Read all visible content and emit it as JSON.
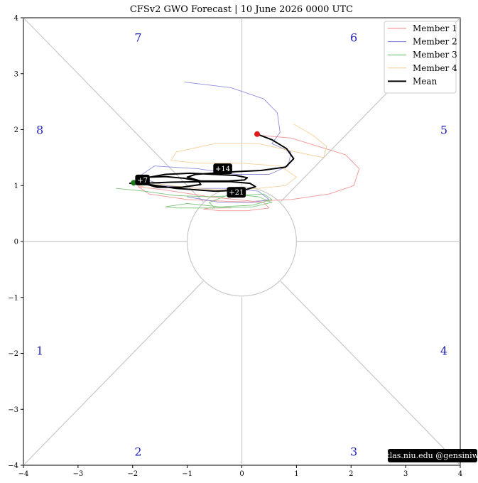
{
  "chart_data": {
    "type": "line",
    "title": "CFSv2 GWO Forecast  |  10  June  2026 0000 UTC",
    "xlim": [
      -4,
      4
    ],
    "ylim": [
      -4,
      4
    ],
    "xticks": [
      "−4",
      "−3",
      "−2",
      "−1",
      "0",
      "1",
      "2",
      "3",
      "4"
    ],
    "yticks": [
      "−4",
      "−3",
      "−2",
      "−1",
      "0",
      "1",
      "2",
      "3",
      "4"
    ],
    "grid": false,
    "phases": [
      {
        "label": "1",
        "x": -3.7,
        "y": -1.95
      },
      {
        "label": "2",
        "x": -1.9,
        "y": -3.75
      },
      {
        "label": "3",
        "x": 2.05,
        "y": -3.75
      },
      {
        "label": "4",
        "x": 3.7,
        "y": -1.95
      },
      {
        "label": "5",
        "x": 3.7,
        "y": 2.0
      },
      {
        "label": "6",
        "x": 2.05,
        "y": 3.65
      },
      {
        "label": "7",
        "x": -1.9,
        "y": 3.65
      },
      {
        "label": "8",
        "x": -3.7,
        "y": 2.0
      }
    ],
    "legend": {
      "placement": "top-right",
      "entries": [
        {
          "name": "Member 1",
          "color": "#f08080"
        },
        {
          "name": "Member 2",
          "color": "#7b7bd8"
        },
        {
          "name": "Member 3",
          "color": "#66bb66"
        },
        {
          "name": "Member 4",
          "color": "#f5c98a"
        },
        {
          "name": "Mean",
          "color": "#000000"
        }
      ]
    },
    "series": [
      {
        "name": "Member 1",
        "color": "#f08080",
        "x": [
          0.3,
          0.9,
          1.4,
          1.9,
          2.15,
          2.05,
          1.6,
          0.9,
          0.2,
          -0.6,
          -1.4,
          -1.9,
          -1.7,
          -1.0,
          -0.3,
          0.4,
          0.5,
          0.1,
          -0.4,
          -0.7,
          -0.6,
          -0.2
        ],
        "y": [
          1.9,
          1.85,
          1.7,
          1.55,
          1.3,
          1.0,
          0.85,
          0.75,
          0.72,
          0.8,
          0.92,
          0.98,
          0.85,
          0.75,
          0.72,
          0.7,
          0.6,
          0.55,
          0.55,
          0.58,
          0.6,
          0.6
        ]
      },
      {
        "name": "Member 2",
        "color": "#7b7bd8",
        "x": [
          -1.05,
          -0.2,
          0.4,
          0.65,
          0.7,
          0.55,
          0.9,
          0.85,
          0.5,
          -0.1,
          -0.8,
          -1.6,
          -1.9,
          -1.4,
          -0.8,
          -0.2,
          0.3,
          0.5,
          0.2,
          -0.4,
          -1.0
        ],
        "y": [
          2.85,
          2.75,
          2.55,
          2.3,
          1.95,
          1.75,
          1.6,
          1.35,
          1.2,
          1.2,
          1.3,
          1.35,
          1.15,
          1.0,
          0.95,
          0.95,
          0.9,
          0.75,
          0.7,
          0.7,
          0.8
        ]
      },
      {
        "name": "Member 3",
        "color": "#66bb66",
        "x": [
          -2.3,
          -1.8,
          -1.2,
          -0.6,
          -0.1,
          0.4,
          0.55,
          0.2,
          -0.4,
          -1.0,
          -1.4,
          -1.2,
          -0.5,
          0.2,
          0.55,
          0.3,
          -0.2,
          -0.6,
          -0.5
        ],
        "y": [
          0.95,
          0.9,
          0.82,
          0.8,
          0.82,
          0.85,
          0.75,
          0.65,
          0.62,
          0.68,
          0.62,
          0.6,
          0.6,
          0.62,
          0.7,
          0.8,
          0.85,
          0.7,
          0.6
        ]
      },
      {
        "name": "Member 4",
        "color": "#f5c98a",
        "x": [
          0.95,
          1.3,
          1.55,
          1.5,
          1.0,
          0.3,
          -0.5,
          -1.2,
          -1.3,
          -0.8,
          0.0,
          0.7,
          1.0,
          0.8,
          0.3,
          -0.3,
          -0.8,
          -1.3,
          -1.7,
          -1.9,
          -1.7
        ],
        "y": [
          2.1,
          1.9,
          1.7,
          1.5,
          1.6,
          1.75,
          1.75,
          1.6,
          1.45,
          1.4,
          1.4,
          1.35,
          1.15,
          1.0,
          0.95,
          0.92,
          0.95,
          1.0,
          1.05,
          1.0,
          0.95
        ]
      },
      {
        "name": "Mean",
        "color": "#000000",
        "x": [
          0.28,
          0.55,
          0.82,
          0.95,
          0.8,
          0.35,
          -0.1,
          -0.55,
          -0.85,
          -1.0,
          -0.75,
          -0.25,
          0.05,
          0.1,
          -0.1,
          -0.5,
          -0.95,
          -1.4,
          -1.75,
          -1.85,
          -1.55,
          -1.1,
          -0.75,
          -0.8,
          -1.05,
          -1.4,
          -1.7,
          -1.85,
          -1.7,
          -1.2,
          -0.5,
          0.05,
          0.25,
          0.15,
          -0.2,
          -0.7,
          -1.3,
          -1.85,
          -2.05,
          -1.98
        ],
        "y": [
          1.92,
          1.82,
          1.66,
          1.48,
          1.33,
          1.27,
          1.25,
          1.22,
          1.2,
          1.15,
          1.08,
          1.08,
          1.1,
          1.14,
          1.18,
          1.2,
          1.22,
          1.2,
          1.14,
          1.05,
          0.97,
          0.97,
          1.02,
          1.08,
          1.13,
          1.16,
          1.15,
          1.1,
          1.02,
          0.95,
          0.9,
          0.92,
          0.98,
          1.04,
          1.07,
          1.07,
          1.06,
          1.04,
          1.04,
          1.05
        ]
      }
    ],
    "start_point": {
      "x": 0.28,
      "y": 1.92,
      "color": "#e31a1c"
    },
    "end_point": {
      "x": -1.98,
      "y": 1.05,
      "color": "#1a7a1a"
    },
    "day_labels": [
      {
        "text": "+7",
        "x": -1.82,
        "y": 1.1
      },
      {
        "text": "+14",
        "x": -0.35,
        "y": 1.3
      },
      {
        "text": "+21",
        "x": -0.1,
        "y": 0.88
      }
    ],
    "credit": "atlas.niu.edu  @gensiniwx"
  }
}
